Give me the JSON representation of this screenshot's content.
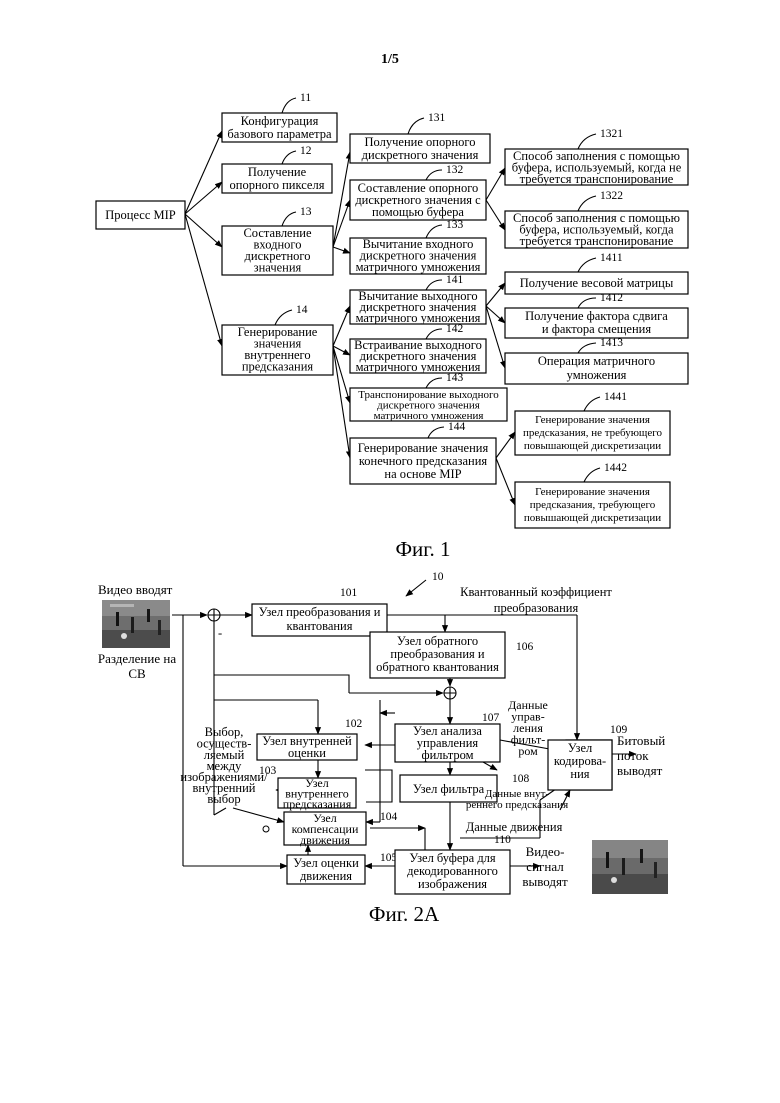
{
  "page_number": "1/5",
  "fig1": {
    "caption": "Фиг. 1",
    "root": "Процесс MIP",
    "n11": {
      "num": "11",
      "lines": [
        "Конфигурация",
        "базового параметра"
      ]
    },
    "n12": {
      "num": "12",
      "lines": [
        "Получение",
        "опорного пикселя"
      ]
    },
    "n13": {
      "num": "13",
      "lines": [
        "Составление",
        "входного",
        "дискретного",
        "значения"
      ]
    },
    "n14": {
      "num": "14",
      "lines": [
        "Генерирование",
        "значения",
        "внутреннего",
        "предсказания"
      ]
    },
    "n131": {
      "num": "131",
      "lines": [
        "Получение опорного",
        "дискретного значения"
      ]
    },
    "n132": {
      "num": "132",
      "lines": [
        "Составление опорного",
        "дискретного значения с",
        "помощью буфера"
      ]
    },
    "n133": {
      "num": "133",
      "lines": [
        "Вычитание входного",
        "дискретного значения",
        "матричного умножения"
      ]
    },
    "n1321": {
      "num": "1321",
      "lines": [
        "Способ заполнения с помощью",
        "буфера, используемый, когда не",
        "требуется транспонирование"
      ]
    },
    "n1322": {
      "num": "1322",
      "lines": [
        "Способ заполнения с помощью",
        "буфера, используемый, когда",
        "требуется транспонирование"
      ]
    },
    "n141": {
      "num": "141",
      "lines": [
        "Вычитание выходного",
        "дискретного значения",
        "матричного умножения"
      ]
    },
    "n142": {
      "num": "142",
      "lines": [
        "Встраивание выходного",
        "дискретного значения",
        "матричного умножения"
      ]
    },
    "n143": {
      "num": "143",
      "lines": [
        "Транспонирование выходного",
        "дискретного значения",
        "матричного умножения"
      ]
    },
    "n144": {
      "num": "144",
      "lines": [
        "Генерирование значения",
        "конечного предсказания",
        "на основе MIP"
      ]
    },
    "n1411": {
      "num": "1411",
      "lines": [
        "Получение весовой матрицы"
      ]
    },
    "n1412": {
      "num": "1412",
      "lines": [
        "Получение фактора сдвига",
        "и фактора смещения"
      ]
    },
    "n1413": {
      "num": "1413",
      "lines": [
        "Операция матричного",
        "умножения"
      ]
    },
    "n1441": {
      "num": "1441",
      "lines": [
        "Генерирование значения",
        "предсказания, не требующего",
        "повышающей дискретизации"
      ]
    },
    "n1442": {
      "num": "1442",
      "lines": [
        "Генерирование значения",
        "предсказания, требующего",
        "повышающей дискретизации"
      ]
    }
  },
  "fig2a": {
    "caption": "Фиг. 2A",
    "ref10": "10",
    "video_in": "Видео вводят",
    "split": [
      "Разделение на",
      "CB"
    ],
    "quant_coef": [
      "Квантованный коэффициент",
      "преобразования"
    ],
    "minus": "-",
    "n101": {
      "num": "101",
      "lines": [
        "Узел преобразования и",
        "квантования"
      ]
    },
    "n106": {
      "num": "106",
      "lines": [
        "Узел обратного",
        "преобразования и",
        "обратного квантования"
      ]
    },
    "n107": {
      "num": "107",
      "lines": [
        "Узел анализа",
        "управления",
        "фильтром"
      ]
    },
    "filter_ctrl": [
      "Данные",
      "управ-",
      "ления",
      "фильт-",
      "ром"
    ],
    "n108": {
      "num": "108",
      "lines": [
        "Узел фильтра"
      ]
    },
    "n109": {
      "num": "109",
      "lines": [
        "Узел",
        "кодирова-",
        "ния"
      ]
    },
    "bitstream": [
      "Битовый",
      "поток",
      "выводят"
    ],
    "n102": {
      "num": "102",
      "lines": [
        "Узел внутренней",
        "оценки"
      ]
    },
    "n103": {
      "num": "103",
      "lines": [
        "Узел",
        "внутреннего",
        "предсказания"
      ]
    },
    "n104": {
      "num": "104",
      "lines": [
        "Узел",
        "компенсации",
        "движения"
      ]
    },
    "n105": {
      "num": "105",
      "lines": [
        "Узел оценки",
        "движения"
      ]
    },
    "n110": {
      "num": "110",
      "lines": [
        "Узел буфера для",
        "декодированного",
        "изображения"
      ]
    },
    "select": [
      "Выбор,",
      "осуществ-",
      "ляемый",
      "между",
      "изображениями/",
      "внутренний",
      "выбор"
    ],
    "intra_data": [
      "Данные внут-",
      "реннего предсказания"
    ],
    "motion_data": "Данные движения",
    "video_out": [
      "Видео-",
      "сигнал",
      "выводят"
    ]
  }
}
